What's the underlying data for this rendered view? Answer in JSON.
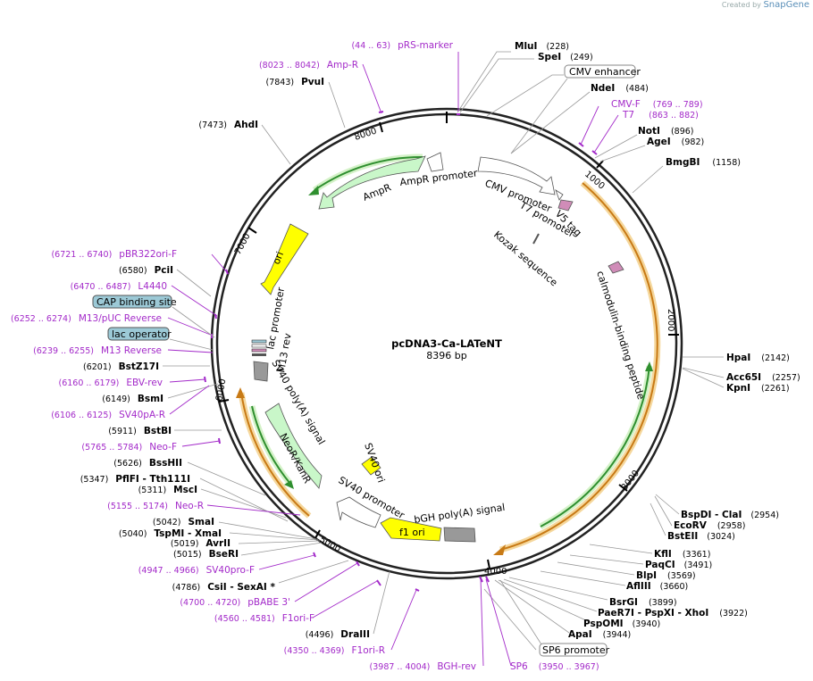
{
  "brand": {
    "prefix": "Created by",
    "name": "SnapGene"
  },
  "plasmid": {
    "name": "pcDNA3-Ca-LATeNT",
    "length_label": "8396 bp"
  },
  "ticks": [
    "1000",
    "2000",
    "3000",
    "4000",
    "5000",
    "6000",
    "7000",
    "8000"
  ],
  "enzymes": [
    {
      "name": "MluI",
      "pos": "(228)"
    },
    {
      "name": "SpeI",
      "pos": "(249)"
    },
    {
      "name": "NdeI",
      "pos": "(484)"
    },
    {
      "name": "NotI",
      "pos": "(896)"
    },
    {
      "name": "AgeI",
      "pos": "(982)"
    },
    {
      "name": "BmgBI",
      "pos": "(1158)"
    },
    {
      "name": "HpaI",
      "pos": "(2142)"
    },
    {
      "name": "Acc65I",
      "pos": "(2257)"
    },
    {
      "name": "KpnI",
      "pos": "(2261)"
    },
    {
      "name": "BspDI  - ClaI",
      "pos": "(2954)"
    },
    {
      "name": "EcoRV",
      "pos": "(2958)"
    },
    {
      "name": "BstEII",
      "pos": "(3024)"
    },
    {
      "name": "KflI",
      "pos": "(3361)"
    },
    {
      "name": "PaqCI",
      "pos": "(3491)"
    },
    {
      "name": "BlpI",
      "pos": "(3569)"
    },
    {
      "name": "AflIII",
      "pos": "(3660)"
    },
    {
      "name": "BsrGI",
      "pos": "(3899)"
    },
    {
      "name": "PaeR7I  - PspXI  - XhoI",
      "pos": "(3922)"
    },
    {
      "name": "PspOMI",
      "pos": "(3940)"
    },
    {
      "name": "ApaI",
      "pos": "(3944)"
    },
    {
      "name": "DraIII",
      "pos": "(4496)"
    },
    {
      "name": "CsiI  - SexAI *",
      "pos": "(4786)"
    },
    {
      "name": "BseRI",
      "pos": "(5015)"
    },
    {
      "name": "AvrII",
      "pos": "(5019)"
    },
    {
      "name": "TspMI  - XmaI",
      "pos": "(5040)"
    },
    {
      "name": "SmaI",
      "pos": "(5042)"
    },
    {
      "name": "PflFI  - Tth111I",
      "pos": "(5347)"
    },
    {
      "name": "MscI",
      "pos": "(5311)"
    },
    {
      "name": "BssHII",
      "pos": "(5626)"
    },
    {
      "name": "BstBI",
      "pos": "(5911)"
    },
    {
      "name": "BsmI",
      "pos": "(6149)"
    },
    {
      "name": "BstZ17I",
      "pos": "(6201)"
    },
    {
      "name": "PciI",
      "pos": "(6580)"
    },
    {
      "name": "AhdI",
      "pos": "(7473)"
    },
    {
      "name": "PvuI",
      "pos": "(7843)"
    }
  ],
  "primers": [
    {
      "name": "pRS-marker",
      "pos": "(44 .. 63)"
    },
    {
      "name": "Amp-R",
      "pos": "(8023 .. 8042)"
    },
    {
      "name": "CMV-F",
      "pos": "(769 .. 789)"
    },
    {
      "name": "T7",
      "pos": "(863 .. 882)"
    },
    {
      "name": "pBR322ori-F",
      "pos": "(6721 .. 6740)"
    },
    {
      "name": "L4440",
      "pos": "(6470 .. 6487)"
    },
    {
      "name": "M13/pUC Reverse",
      "pos": "(6252 .. 6274)"
    },
    {
      "name": "M13 Reverse",
      "pos": "(6239 .. 6255)"
    },
    {
      "name": "EBV-rev",
      "pos": "(6160 .. 6179)"
    },
    {
      "name": "SV40pA-R",
      "pos": "(6106 .. 6125)"
    },
    {
      "name": "Neo-F",
      "pos": "(5765 .. 5784)"
    },
    {
      "name": "Neo-R",
      "pos": "(5155 .. 5174)"
    },
    {
      "name": "SV40pro-F",
      "pos": "(4947 .. 4966)"
    },
    {
      "name": "pBABE 3'",
      "pos": "(4700 .. 4720)"
    },
    {
      "name": "F1ori-F",
      "pos": "(4560 .. 4581)"
    },
    {
      "name": "F1ori-R",
      "pos": "(4350 .. 4369)"
    },
    {
      "name": "BGH-rev",
      "pos": "(3987 .. 4004)"
    },
    {
      "name": "SP6",
      "pos": "(3950 .. 3967)"
    }
  ],
  "boxed_labels": [
    "CMV enhancer",
    "CAP binding site",
    "lac operator",
    "SP6 promoter"
  ],
  "features": [
    "AmpR",
    "AmpR promoter",
    "ori",
    "CMV promoter",
    "T7 promoter",
    "V5 tag",
    "Kozak sequence",
    "calmodulin-binding peptide",
    "lac promoter",
    "M13 rev",
    "SV40 poly(A) signal",
    "NeoR/KanR",
    "SV40 ori",
    "SV40 promoter",
    "f1 ori",
    "bGH poly(A) signal"
  ],
  "colors": {
    "primer": "#a32ac9",
    "ampr": "#c9f7c9",
    "ori": "#ffff00",
    "orange": "#e58f1f",
    "green": "#2f9e2f",
    "gray": "#999999",
    "pink": "#d08cb8",
    "lac": "#9cc9d6"
  }
}
